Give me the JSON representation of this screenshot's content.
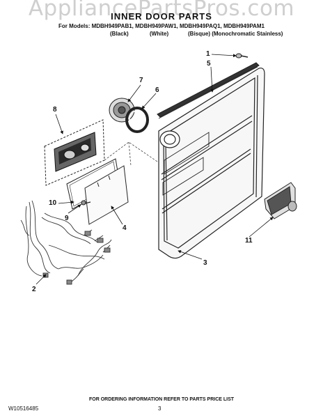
{
  "watermark": "AppliancePartsPros.com",
  "header": {
    "title": "INNER DOOR PARTS",
    "models_line": "For Models: MDBH949PAB1, MDBH949PAW1, MDBH949PAQ1, MDBH949PAM1",
    "colors": [
      "(Black)",
      "(White)",
      "(Bisque) (Monochromatic Stainless)"
    ]
  },
  "part_numbers": [
    "1",
    "2",
    "3",
    "4",
    "5",
    "6",
    "7",
    "8",
    "9",
    "10",
    "11"
  ],
  "footer": {
    "doc_number": "W10516485",
    "note": "FOR ORDERING INFORMATION REFER TO PARTS PRICE LIST",
    "page": "3"
  }
}
